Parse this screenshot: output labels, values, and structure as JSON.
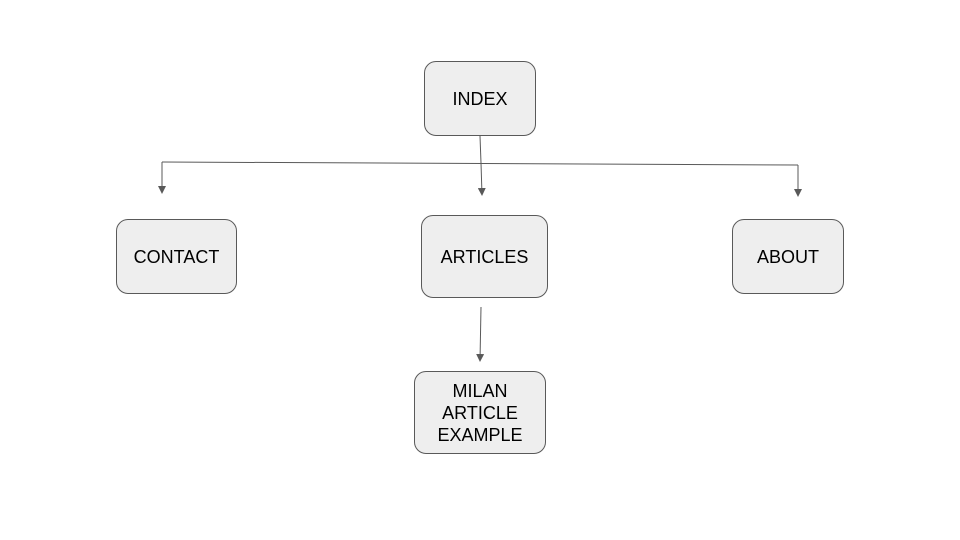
{
  "diagram": {
    "colors": {
      "node_fill": "#eeeeee",
      "node_border": "#595959",
      "edge": "#595959",
      "text": "#000000"
    },
    "nodes": {
      "index": "INDEX",
      "contact": "CONTACT",
      "articles": "ARTICLES",
      "about": "ABOUT",
      "milan_article_example": "MILAN\nARTICLE\nEXAMPLE"
    },
    "edges": [
      {
        "from": "index",
        "to": "contact"
      },
      {
        "from": "index",
        "to": "articles"
      },
      {
        "from": "index",
        "to": "about"
      },
      {
        "from": "articles",
        "to": "milan_article_example"
      }
    ]
  }
}
